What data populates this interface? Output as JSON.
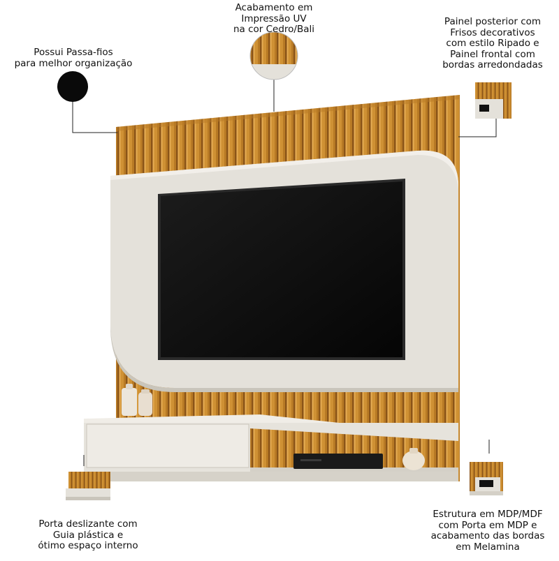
{
  "callouts": {
    "passa_fios": [
      "Possui Passa-fios",
      "para melhor organização"
    ],
    "acabamento": [
      "Acabamento em",
      "Impressão UV",
      "na cor Cedro/Bali"
    ],
    "painel": [
      "Painel posterior com",
      "Frisos decorativos",
      "com estilo Ripado e",
      "Painel frontal com",
      "bordas arredondadas"
    ],
    "porta": [
      "Porta deslizante com",
      "Guia plástica e",
      "ótimo espaço interno"
    ],
    "estrutura": [
      "Estrutura em MDP/MDF",
      "com Porta em MDP e",
      "acabamento das bordas",
      "em Melamina"
    ]
  },
  "colors": {
    "wood": "#c98a2e",
    "wood_light": "#d9a04a",
    "wood_groove": "#8a5418",
    "off_white": "#e4e1da",
    "off_white_shadow": "#cfcbc2",
    "tv": "#101010",
    "leader_line": "#222222"
  }
}
